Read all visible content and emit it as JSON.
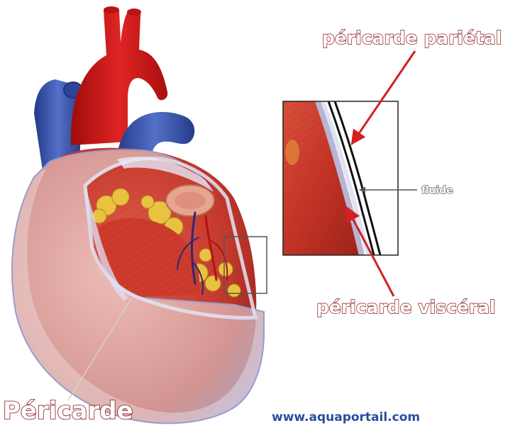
{
  "labels": {
    "parietal": "péricarde pariétal",
    "fluid": "fluide",
    "visceral": "péricarde viscéral",
    "pericardium": "Péricarde"
  },
  "watermark": "www.aquaportail.com",
  "colors": {
    "label_stroke": "#8a1414",
    "arrow": "#d42020",
    "artery": "#d11a1a",
    "vein": "#3d56b0",
    "fat": "#e8c240",
    "muscle": "#c43a2e",
    "pericardium_sac": "#c9cde8",
    "url": "#2b4da0"
  },
  "icons": [
    "heart-illustration",
    "inset-magnifier"
  ]
}
